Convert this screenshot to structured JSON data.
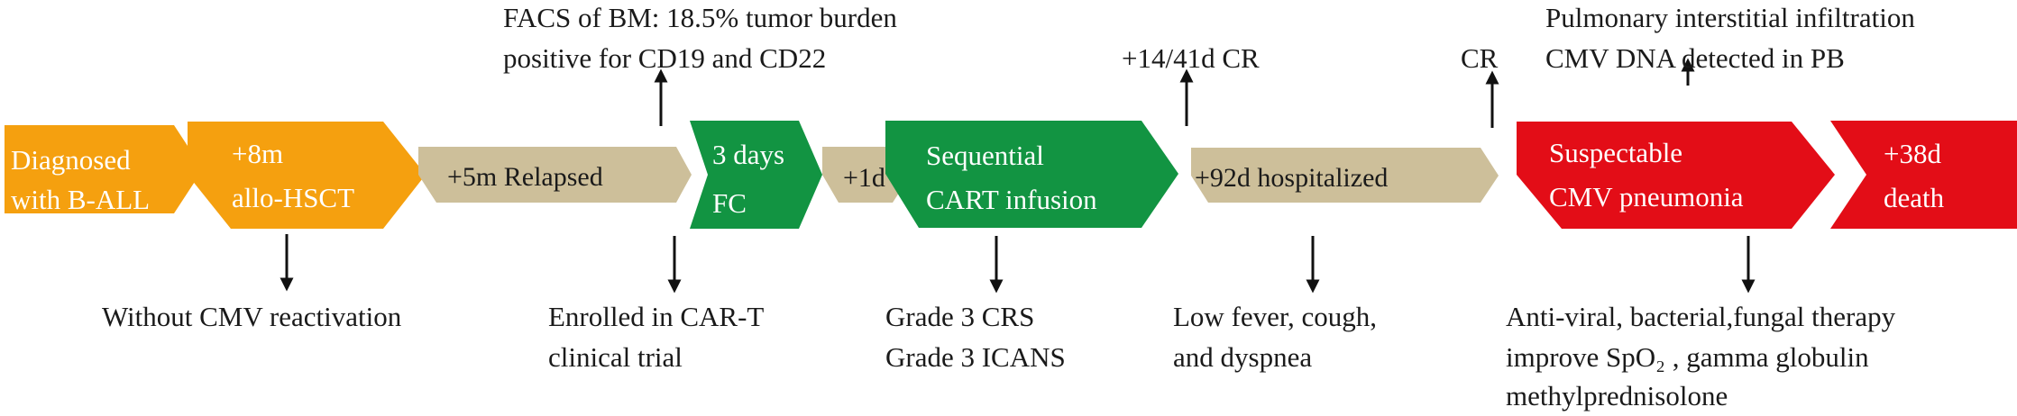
{
  "colors": {
    "orange": "#F5A00F",
    "tan": "#CDBF9A",
    "green": "#129442",
    "red": "#E30D17",
    "text_dark": "#1a1a1a",
    "arrow": "#111111"
  },
  "timeline": [
    {
      "id": "diagnosed",
      "color": "orange",
      "lines": [
        "Diagnosed",
        "with B-ALL"
      ]
    },
    {
      "id": "hsct",
      "color": "orange",
      "lines": [
        "+8m",
        "allo-HSCT"
      ]
    },
    {
      "id": "relapsed",
      "color": "tan",
      "lines": [
        "+5m Relapsed"
      ]
    },
    {
      "id": "fc",
      "color": "green",
      "lines": [
        "3 days",
        "FC"
      ]
    },
    {
      "id": "plus1d",
      "color": "tan",
      "lines": [
        "+1d"
      ]
    },
    {
      "id": "cart",
      "color": "green",
      "lines": [
        "Sequential",
        "CART infusion"
      ]
    },
    {
      "id": "hospitalized",
      "color": "tan",
      "lines": [
        "+92d hospitalized"
      ]
    },
    {
      "id": "cmv",
      "color": "red",
      "lines": [
        "Suspectable",
        "CMV pneumonia"
      ]
    },
    {
      "id": "death",
      "color": "red",
      "lines": [
        "+38d",
        "death"
      ]
    }
  ],
  "annotations_above": [
    {
      "id": "facs",
      "lines": [
        "FACS of BM: 18.5% tumor burden",
        "positive for CD19 and CD22"
      ]
    },
    {
      "id": "cr1",
      "lines": [
        "+14/41d CR"
      ]
    },
    {
      "id": "cr2",
      "lines": [
        "CR"
      ]
    },
    {
      "id": "pulmonary",
      "lines": [
        "Pulmonary interstitial infiltration",
        "CMV DNA detected in PB"
      ]
    }
  ],
  "annotations_below": [
    {
      "id": "no-cmv",
      "lines": [
        "Without CMV reactivation"
      ]
    },
    {
      "id": "enrolled",
      "lines": [
        "Enrolled in CAR-T",
        "clinical trial"
      ]
    },
    {
      "id": "grade",
      "lines": [
        "Grade 3 CRS",
        "Grade 3 ICANS"
      ]
    },
    {
      "id": "fever",
      "lines": [
        "Low fever, cough,",
        "and dyspnea"
      ]
    },
    {
      "id": "therapy",
      "lines": [
        "Anti-viral, bacterial,fungal therapy",
        "improve SpO₂ , gamma globulin",
        "methylprednisolone"
      ]
    }
  ]
}
